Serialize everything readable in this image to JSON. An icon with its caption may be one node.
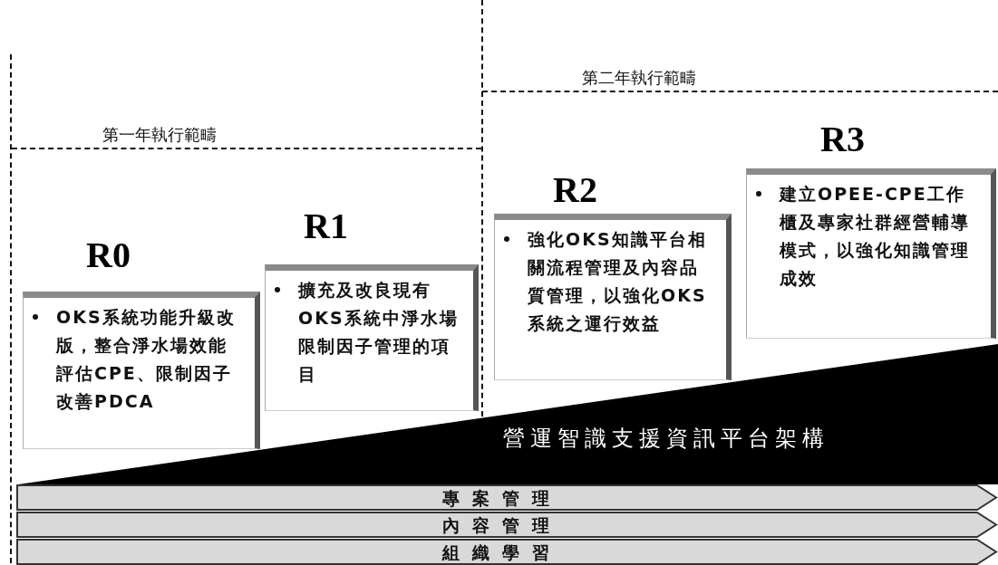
{
  "diagram": {
    "nodes": [
      {
        "text": [
          "第一年執行範疇"
        ]
      },
      {
        "text": [
          "R0",
          "OKS系統功能升級改版，整合淨水場效能評估CPE、限制因子改善PDCA"
        ]
      },
      {
        "text": [
          "R1",
          "擴充及改良現有OKS系統中淨水場限制因子管理的項目"
        ]
      },
      {
        "text": [
          "第二年執行範疇"
        ]
      },
      {
        "text": [
          "R2",
          "強化OKS知識平台相關流程管理及內容品質管理，以強化OKS系統之運行效益"
        ]
      },
      {
        "text": [
          "R3",
          "建立OPEE-CPE工作櫃及專家社群經營輔導模式，以強化知識管理成效"
        ]
      },
      {
        "text": [
          "營運智識支援資訊平台架構"
        ]
      },
      {
        "text": [
          "專案管理"
        ]
      },
      {
        "text": [
          "內容管理"
        ]
      },
      {
        "text": [
          "組織學習"
        ]
      }
    ]
  }
}
